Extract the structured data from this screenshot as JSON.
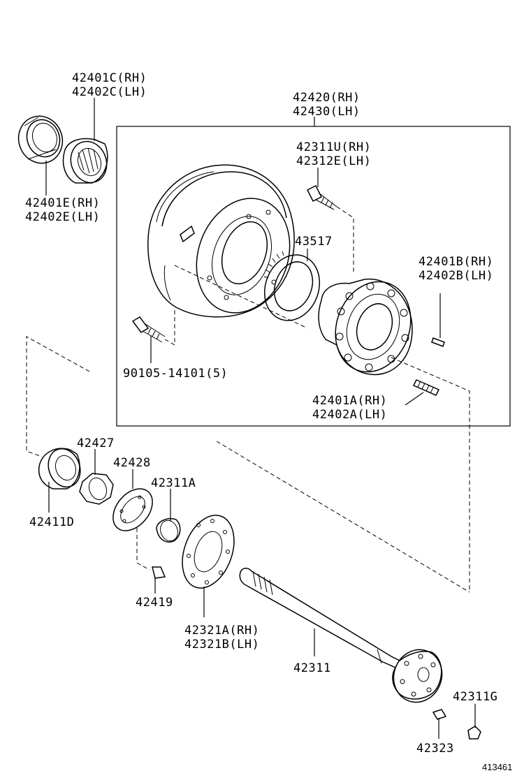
{
  "diagram": {
    "figure_number": "413461",
    "labels": {
      "bearing_outer_c": [
        "42401C(RH)",
        "42402C(LH)"
      ],
      "bearing_cone_e": [
        "42401E(RH)",
        "42402E(LH)"
      ],
      "drum_hub_assy": [
        "42420(RH)",
        "42430(LH)"
      ],
      "hub_bolt_u": [
        "42311U(RH)",
        "42312E(LH)"
      ],
      "sensor_rotor": [
        "43517"
      ],
      "pin_b": [
        "42401B(RH)",
        "42402B(LH)"
      ],
      "drum_bolt": [
        "90105-14101(5)"
      ],
      "stud_a": [
        "42401A(RH)",
        "42402A(LH)"
      ],
      "nut_42427": [
        "42427"
      ],
      "lock_washer": [
        "42428"
      ],
      "bearing_d": [
        "42411D"
      ],
      "collar": [
        "42311A"
      ],
      "screw": [
        "42419"
      ],
      "gasket": [
        "42321A(RH)",
        "42321B(LH)"
      ],
      "axle_shaft": [
        "42311"
      ],
      "cone_42311g": [
        "42311G"
      ],
      "nut_42323": [
        "42323"
      ]
    }
  }
}
